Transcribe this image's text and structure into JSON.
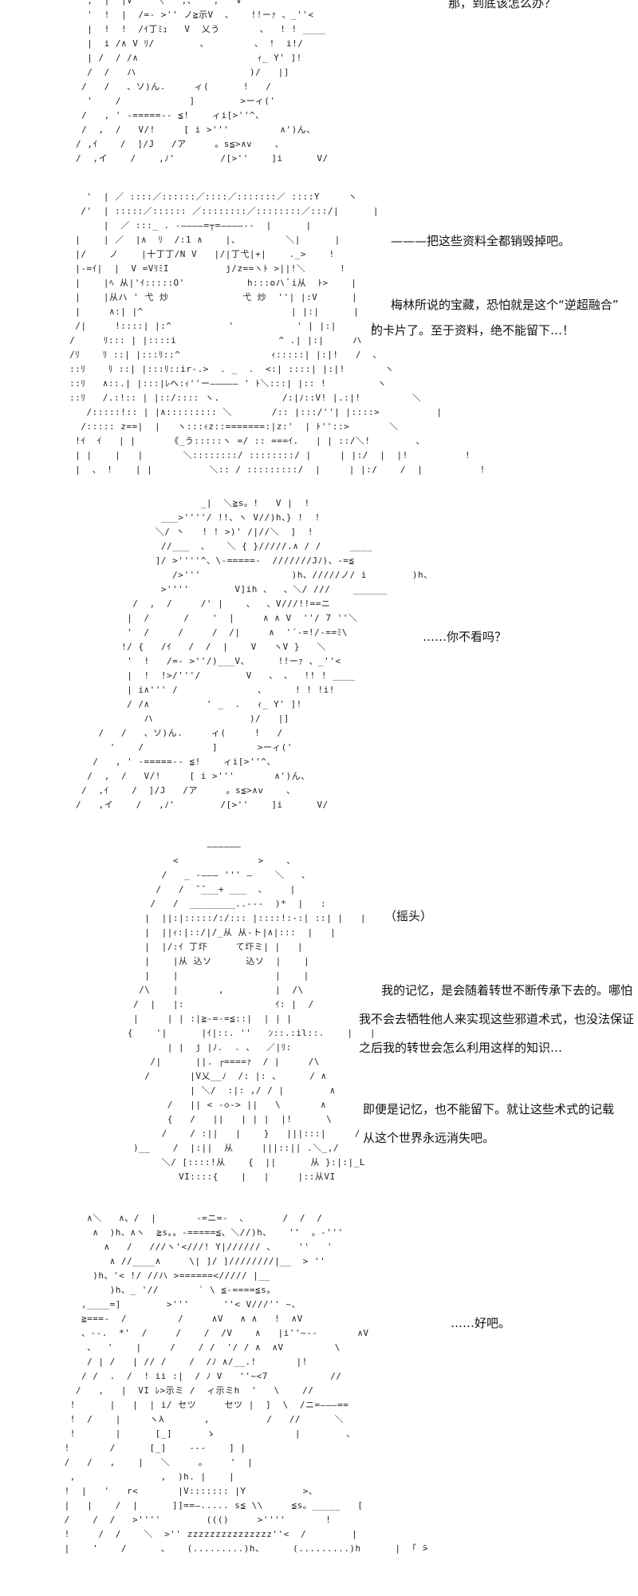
{
  "panels": [
    {
      "art": "  ,  |  |V    〈   ,、   ,   V\n  '  !  |  /=- >'' ノ≧示V  、   !!ーｧ 、_''<\n  |  !  !  /ｲ丁ﾐｭ   V  乂う       、  ! ! ____\n  |  i /∧ V ﾘ/        、        、 !  i!/\n  | /  / /∧                     ｨ_ Y' ]!\n  /  /   ハ                    )/   |]\n /   /   、ソ)ん.     ィ(      !   /\n  '    /            ]        >ーィ('\n /   , ' -=====-- ≦!    ィi[>''^、\n /  ,  /   V/!     [ i >'''         ∧')ん、\n/ ,ｲ    /  ]/J   /ア     。s≦>∧v    、\n/  ,イ    /    ,ﾉ'        /[>''    ]i      V/",
      "lines": [
        "那，到底该怎么办？"
      ]
    },
    {
      "art": "    '  | ／ ::::／::::::／::::／:::::::／ ::::Y     ヽ\n   /'  | :::::／:::::: ／::::::::／::::::::／:::/|      |\n       |  ／ :::_ . -――――=┬=――――--  |      |\n  |    | ／  |∧  ﾘ  /:1 ∧    |、        ＼|      |\n  |/    ノ    |十丁丁/N V   |/|丁弋|+|    ._>    !\n  |-=ｲ|  |  V =VﾘﾐI          j/z==ヽﾄ >||!＼      !\n  |    |ﾍ 从|'ｲ:::::O'           h:::oハ ﾞi从  ﾄ>    |\n  |    |从ハ ' 弋 炒             弋 炒  ''| |:V      |\n  |     ∧:| |^                          | |:|      |\n  /|     !::::| |:^          '           ' | |:|      |\n /     ﾘ::: | |::::i                  ^ .| |:|     ハ\n /ﾘ    ﾘ ::| |:::ﾘ::^                ｨ:::::| |:|!   /  、\n ::ﾘ    ﾘ ::| |:::ﾘ::ir-.>  . _  .  <:| ::::| |:|!       ヽ\n ::ﾘ   ∧::.| |:::|ﾚへ:ｨ''ー――――― ' ﾄ＼:::| |:: !         ヽ\n ::ﾘ   /.:!:: | |::/:::: ヽ.           /:|ﾉ::V! |.:|!         ＼\n    /:::::!:: | |∧::::::::: ＼       /:: |:::/''| |::::>          |\n   /::::: z==|  |   ヽ:::ｨz::=======:|z:'  | ﾄ''::>       ＼\n  !ｲ  ｲ   | |      《_う:::::ヽ =/ :: ===ｲ.   | | ::/＼!        、\n  | |    |   |       ＼::::::::/ ::::::::/ |     | |:/  |  |!          !\n  |  、 !    | |          ＼:: / :::::::::/  |     | |:/    /  |          !",
      "lines": [
        "———把这些资料全都销毁掉吧。",
        "梅林所说的宝藏，恐怕就是这个“逆超融合”",
        "的卡片了。至于资料，绝不能留下…！"
      ]
    },
    {
      "art": "                      _|  ＼≧s。!   V |  !\n               ___>''''/ !!、ヽ V//)h、} !  !\n              ＼/ 丶   ! ! >)' /|//＼  ]  !\n               //___  、   ＼ { }/////.∧ / /     ____\n              ]/ >''''^、\\-=====-  ///////Jﾉ)、-=≦\n                 />'''                )h、/////ノ/ i        )h、\n               >''''        V]ih 、  、＼/ ///    ______\n          /  ,  /     /' |    、  、V///!!==ニ\n         |  /      /    '  |     ∧ ∧ V  ''/ 7 ''＼\n         '  /     /     /  /|     ∧  '´-=!/-==ﾐ\\\n        !/ {   /ｲ   /  /  |    V   ヽV }   ＼\n         '  !   /=- >''/)___V、     !!ーｧ 、_''<\n         |  !  !>/'''/        V   、 、  !! ! ____\n         | i∧''' /              、     ! ! !i!\n         / /∧          ' _  .   ｨ_ Y' ]!\n            ハ                 )/   |]\n    /   /   、ソ)ん.     ィ(     !   /\n      '    /            ]       >ーィ('\n   /   , ' -=====-- ≦!    ィi[>''^、\n  /  ,  /   V/!     [ i >'''       ∧')ん、\n /  ,ｲ    /  ]/J   /ア     。s≦>∧v    、\n/   ,イ    /   ,ﾉ'        /[>''    ]i      V/",
      "lines": [
        "……你不看吗？"
      ]
    },
    {
      "art": "                     ――――――\n               <              >    、\n             /   _ -――― ''' ―    ＼   、\n            /   /  ̄ ̄___+ ___  、    |   \n           /   /  ________..---  )*  |   :\n          |  ||:|:::::/:/::: |::::!:-:| ::| |   |\n          |  ||ｨ:|::/|/_从 从-ト|∧|:::  |   |\n          |  |/:ｲ 丁圷     て圷ミ| |   |\n          |    |从 込ソ      込ソ  |    |\n          |    |                 |    |\n         /\\    |       ,         |  /\\\n        /  |   |:                ｲ: |  /\n        |     | | :|≧-=-=≦::|  | | |\n       {    '|      |ｲ|::. ''   ﾝ::.:il::.    |   |\n              | |  j |ﾉ.  . 、  ／|ﾘ:\n           /|      ||. ┌====ｧ  / |     /\\\n          /       |V乂__ﾉ  /: |: 、     / ∧\n                  | ＼/  :|: ,/ / |        ∧\n              /   || < -◇-> ||   \\       ∧\n              {   /   ||   | | |  |!      \\\n             /    / :||   |    }   |||:::|     /\n        )__    /  |:||  从     |||::|| .＼_,/\n             ＼/ [::::!从    {  ||      从 }:|:|_L\n                VI::::{    |   |     |::从VI",
      "lines": [
        "（摇头）",
        "我的记忆，是会随着转世不断传承下去的。哪怕",
        "我不会去牺牲他人来实现这些邪道术式，也没法保证",
        "之后我的转世会怎么利用这样的知识…",
        "即便是记忆，也不能留下。就让这些术式的记载",
        "从这个世界永远消失吧。"
      ]
    },
    {
      "art": "         ∧＼   ∧、/  |       -=ニ=-  、      /  /  /\n          ∧  )h、∧ヽ  ≧s。。-=====≦、＼//)h、   ''  。-'''\n            ∧   /   ///ヽ'<///! Y|////// 、    ''   '\n             ∧ //____∧     \\| ]/ ]////////|__  > ''\n          )h、'< !/ //ハ >======<///// |__   \n             )h、_ '//       ` \\ ≦-====≦s。\n        ,____=]        >'''      ''< V///'' ~、\n        ≧===-  /         /     ∧V   ∧ ∧   !  ∧V\n        、--.  *'  /     /    /  /V    ∧   |i''~--       ∧V\n         、  '    |     /    / /  '/ / ∧  ∧V         \\\n         / | /   | // /    /  /ﾉ ∧/__.!       |!\n        / /  .  /  ! ii :|  / ﾉ V   ''~<7           //\n       /   ,   |  VI ﾚ>示ミ /  ィ示ミh  '   \\    //\n      !      |   |  | i/ セツ     セツ |  ]  \\  /ニ=―――==\n      !  /    |     ヽλ       ,          /   //      ＼\n      !       |      [_]      ゝ              |        、\n     !       /      [_]    ‐--    ] |\n     /   /   ,    |   ＼     。    '  |   \n      ,               ,  )h. |    |\n     !  |   '   r<       |V::::::: |Y          >、\n     |   |    /  |      ]]==―..... s≦ \\\\     ≦s。_____   [\n     /    /  /   >''''        ((()     >''''       !\n     !     /  /    ＼  >'' zzzzzzzzzzzzzzz''<  /        |\n     |    '    /      、   (.........)h、     (.........)h      |  ｢ ̄>",
      "lines": [
        "……好吧。"
      ]
    }
  ]
}
